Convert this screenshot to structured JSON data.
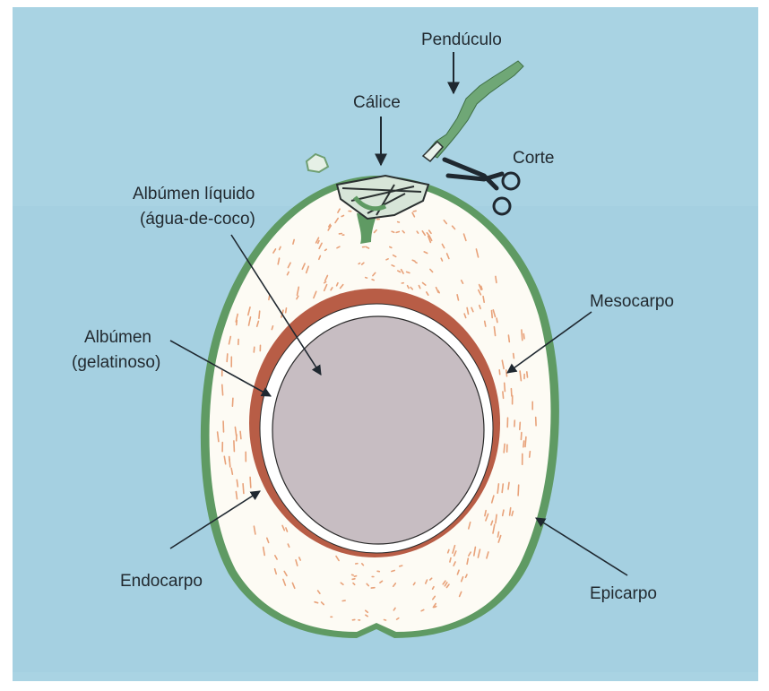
{
  "labels": {
    "penduculo": "Pendúculo",
    "calice": "Cálice",
    "corte": "Corte",
    "albumen_liquido_line1": "Albúmen líquido",
    "albumen_liquido_line2": "(água-de-coco)",
    "mesocarpo": "Mesocarpo",
    "albumen_line1": "Albúmen",
    "albumen_line2": "(gelatinoso)",
    "endocarpo": "Endocarpo",
    "epicarpo": "Epicarpo"
  },
  "colors": {
    "background": "#a9d3e3",
    "frame": "#ffffff",
    "epicarp": "#5f9a63",
    "mesocarp": "#fdfbf4",
    "fiber": "#e8a27a",
    "endocarp": "#b85d46",
    "albumen_liquid": "#c7bdc2",
    "stem": "#6fa776",
    "arrow": "#1f2830"
  }
}
